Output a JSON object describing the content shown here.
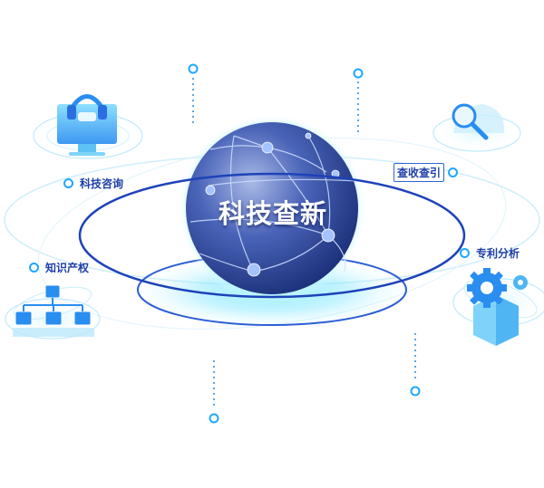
{
  "center": {
    "title": "科技查新"
  },
  "tags": {
    "consult": "科技咨询",
    "index": "查收查引",
    "ip": "知识产权",
    "patent": "专利分析"
  },
  "colors": {
    "primary_blue": "#2a56c8",
    "ring_blue": "#1d43b8",
    "accent_cyan": "#1ea8ff",
    "globe_dark": "#1f3d8e"
  },
  "icons": [
    "computer-headset-icon",
    "magnifier-icon",
    "org-chart-icon",
    "gear-cube-icon"
  ]
}
